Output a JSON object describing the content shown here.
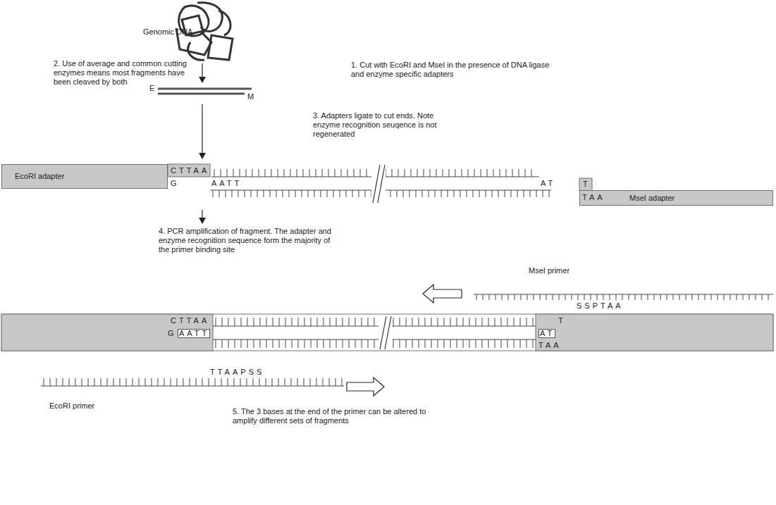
{
  "diagram": {
    "nodes": [
      {
        "text": [
          "EcoRI adapter"
        ]
      },
      {
        "text": [
          "MseI adapter"
        ]
      }
    ],
    "labels": [
      "Genomic DNA",
      "1. Cut with EcoRI and MseI in the presence of DNA ligase and enzyme specific adapters",
      "2. Use of average and common cutting enzymes means most fragments have been cleaved by both",
      "E",
      "M",
      "3. Adapters ligate to cut ends. Note enzyme recognition seuqence is not regenerated",
      "CTTAA",
      "G",
      "AATT",
      "AT",
      "T",
      "TAA",
      "4. PCR amplification of fragment. The adapter and enzyme recognition sequence form the majority of the primer binding site",
      "MseI primer",
      "SSPTAA",
      "CTTAA",
      "G",
      "AATT",
      "AT",
      "T",
      "TAA",
      "TTAAPSS",
      "EcoRI primer",
      "5. The 3 bases at the end of the primer can be altered to amplify different sets of fragments"
    ]
  }
}
